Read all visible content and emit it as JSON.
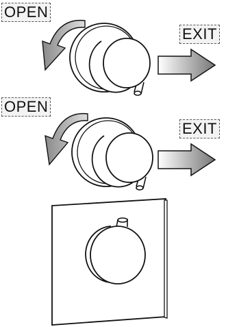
{
  "steps": [
    {
      "open_label": "OPEN",
      "exit_label": "EXIT"
    },
    {
      "open_label": "OPEN",
      "exit_label": "EXIT"
    }
  ],
  "colors": {
    "line": "#111111",
    "arrow_light": "#ffffff",
    "arrow_dark": "#777777",
    "label_border": "#555555"
  },
  "icons": [
    "rotate-arrow-icon",
    "exit-arrow-icon",
    "valve-knob-icon",
    "wall-plate-icon"
  ]
}
